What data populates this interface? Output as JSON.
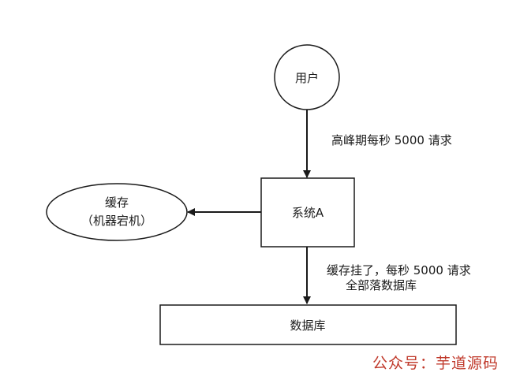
{
  "diagram": {
    "nodes": {
      "user": {
        "label": "用户"
      },
      "system": {
        "label": "系统A"
      },
      "cache": {
        "line1": "缓存",
        "line2": "（机器宕机）"
      },
      "database": {
        "label": "数据库"
      }
    },
    "edges": {
      "user_to_system": {
        "label": "高峰期每秒 5000 请求"
      },
      "system_to_db": {
        "line1": "缓存挂了，每秒 5000 请求",
        "line2": "全部落数据库"
      }
    },
    "colors": {
      "stroke": "#1a1a1a",
      "fill": "#ffffff",
      "watermark": "#c0392b"
    }
  },
  "watermark": {
    "text": "公众号：芋道源码"
  }
}
